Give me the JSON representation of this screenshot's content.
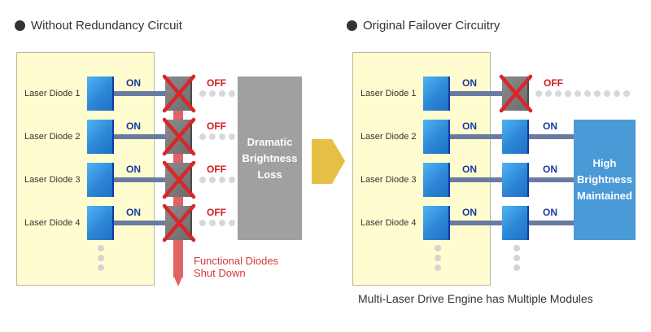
{
  "left": {
    "title": "Without Redundancy Circuit",
    "diodes": [
      {
        "label": "Laser Diode 1",
        "input_state": "ON",
        "output_state": "OFF"
      },
      {
        "label": "Laser Diode 2",
        "input_state": "ON",
        "output_state": "OFF"
      },
      {
        "label": "Laser Diode 3",
        "input_state": "ON",
        "output_state": "OFF"
      },
      {
        "label": "Laser Diode 4",
        "input_state": "ON",
        "output_state": "OFF"
      }
    ],
    "result_box": {
      "lines": [
        "Dramatic",
        "Brightness",
        "Loss"
      ],
      "color": "#a0a0a0"
    },
    "shutdown_caption": [
      "Functional Diodes",
      "Shut Down"
    ]
  },
  "arrow": {
    "icon": "chevron-right-arrow-icon",
    "color": "#e6bf45"
  },
  "right": {
    "title": "Original Failover Circuitry",
    "diodes": [
      {
        "label": "Laser Diode 1",
        "input_state": "ON",
        "output_state": "OFF",
        "failed": true
      },
      {
        "label": "Laser Diode 2",
        "input_state": "ON",
        "output_state": "ON",
        "failed": false
      },
      {
        "label": "Laser Diode 3",
        "input_state": "ON",
        "output_state": "ON",
        "failed": false
      },
      {
        "label": "Laser Diode 4",
        "input_state": "ON",
        "output_state": "ON",
        "failed": false
      }
    ],
    "result_box": {
      "lines": [
        "High",
        "Brightness",
        "Maintained"
      ],
      "color": "#4a9ad8"
    },
    "caption": "Multi-Laser Drive Engine has Multiple Modules"
  },
  "colors": {
    "panel_bg": "#fffdcf",
    "diode_blue": "#2d86d6",
    "on_text": "#1a3a9e",
    "off_text": "#d31c1c",
    "failure_red": "#d6383a",
    "wire": "#6a7ba1"
  }
}
